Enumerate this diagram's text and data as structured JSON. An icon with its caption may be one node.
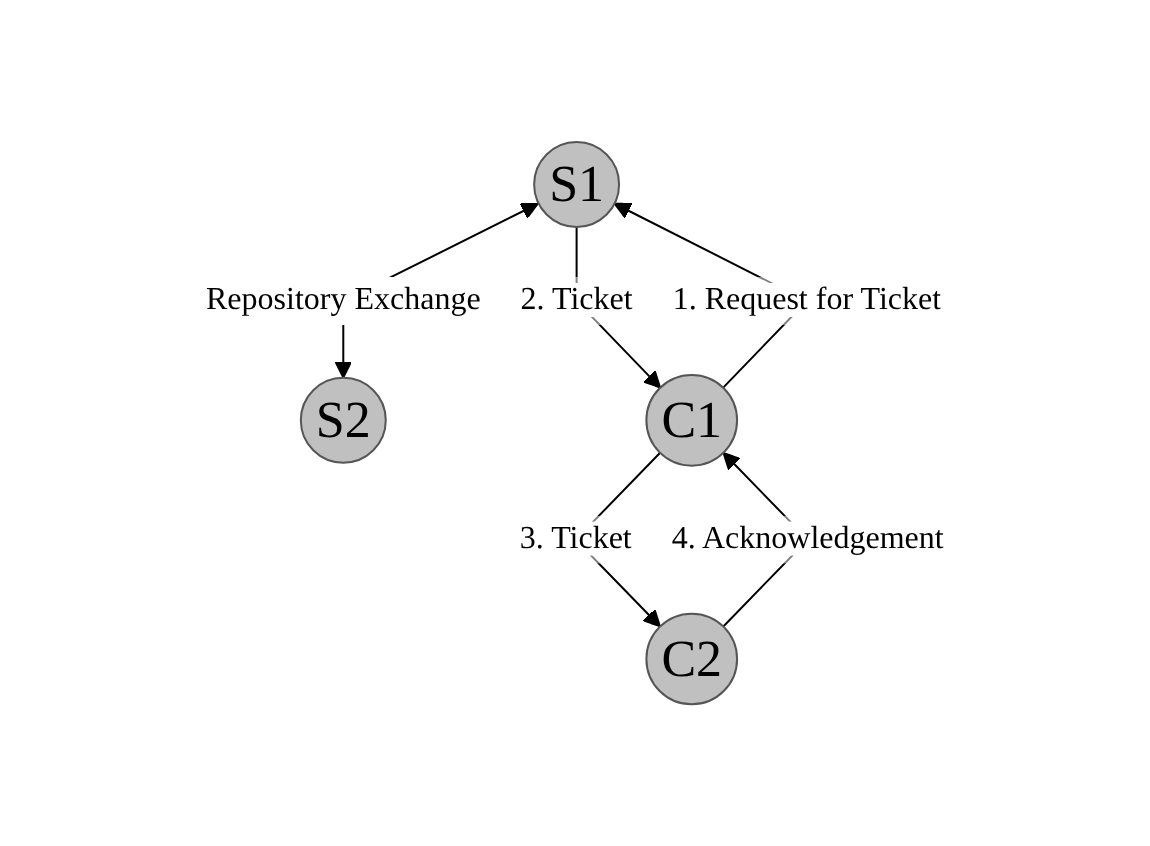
{
  "diagram": {
    "nodes": [
      {
        "text": [
          "S1"
        ]
      },
      {
        "text": [
          "S2"
        ]
      },
      {
        "text": [
          "C1"
        ]
      },
      {
        "text": [
          "C2"
        ]
      }
    ],
    "edges": [
      {
        "from": 0,
        "to": 1,
        "arrow": "both",
        "label": "Repository Exchange"
      },
      {
        "from": 2,
        "to": 0,
        "arrow": "to",
        "label": "1. Request for Ticket"
      },
      {
        "from": 0,
        "to": 2,
        "arrow": "to",
        "label": "2. Ticket"
      },
      {
        "from": 2,
        "to": 3,
        "arrow": "to",
        "label": "3. Ticket"
      },
      {
        "from": 3,
        "to": 2,
        "arrow": "to",
        "label": "4. Acknowledgement"
      }
    ]
  }
}
